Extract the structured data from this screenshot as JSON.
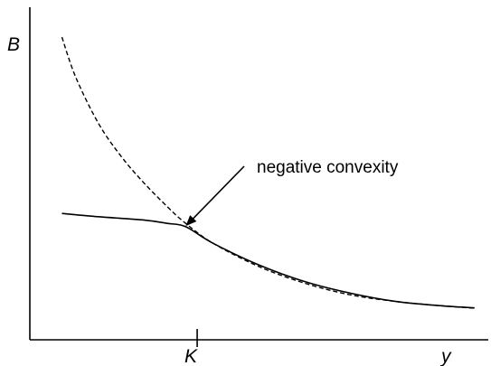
{
  "chart_data": {
    "type": "line",
    "title": "",
    "xlabel": "y",
    "ylabel": "B",
    "grid": false,
    "legend": "none",
    "xlim": [
      0,
      10
    ],
    "ylim": [
      0,
      10
    ],
    "x_ticks": [
      {
        "value": 3.65,
        "label": "K"
      }
    ],
    "series": [
      {
        "style": "dashed",
        "color": "#000000",
        "points": [
          [
            0.7,
            9.1
          ],
          [
            1.0,
            7.9
          ],
          [
            1.5,
            6.5
          ],
          [
            2.0,
            5.5
          ],
          [
            2.5,
            4.7
          ],
          [
            3.0,
            4.0
          ],
          [
            3.4,
            3.5
          ],
          [
            4.0,
            2.9
          ],
          [
            5.0,
            2.2
          ],
          [
            6.0,
            1.7
          ],
          [
            7.0,
            1.35
          ],
          [
            8.0,
            1.15
          ],
          [
            9.0,
            1.02
          ],
          [
            9.7,
            0.95
          ]
        ]
      },
      {
        "style": "solid",
        "color": "#000000",
        "points": [
          [
            0.7,
            3.8
          ],
          [
            1.5,
            3.7
          ],
          [
            2.5,
            3.6
          ],
          [
            3.0,
            3.5
          ],
          [
            3.4,
            3.4
          ],
          [
            4.0,
            2.9
          ],
          [
            5.0,
            2.25
          ],
          [
            6.0,
            1.75
          ],
          [
            7.0,
            1.4
          ],
          [
            8.0,
            1.15
          ],
          [
            9.0,
            1.02
          ],
          [
            9.7,
            0.96
          ]
        ]
      }
    ],
    "annotations": [
      {
        "text": "negative convexity",
        "target": [
          3.4,
          3.42
        ]
      }
    ]
  }
}
